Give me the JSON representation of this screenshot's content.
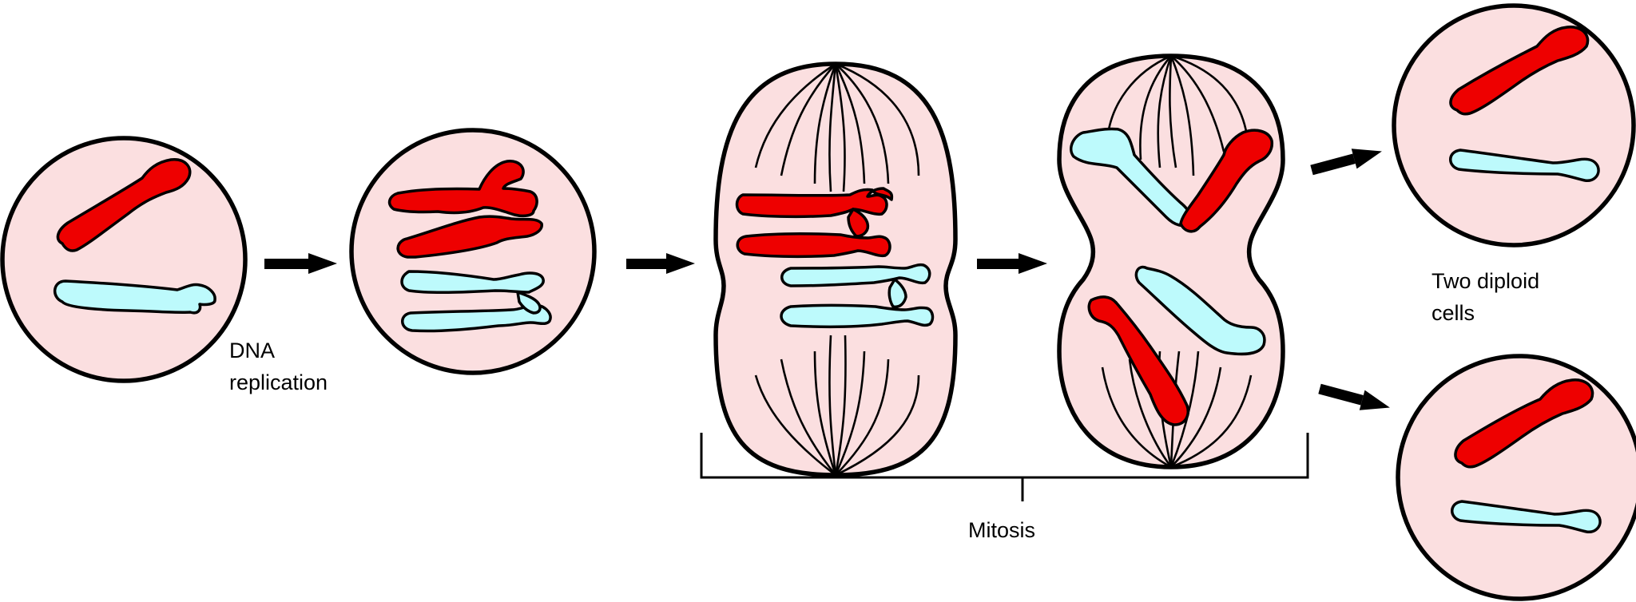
{
  "labels": {
    "dna_line1": "DNA",
    "dna_line2": "replication",
    "mitosis": "Mitosis",
    "result_line1": "Two diploid",
    "result_line2": "cells"
  },
  "colors": {
    "cell_fill": "#fbdfe0",
    "chromosome_red": "#ee0000",
    "chromosome_blue": "#bdfafc",
    "outline": "#000000"
  }
}
